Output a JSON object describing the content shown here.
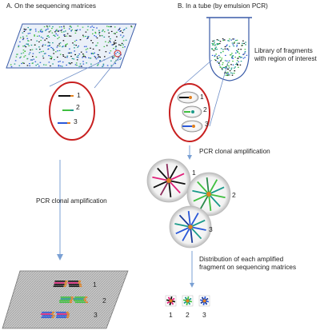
{
  "panels": {
    "a_title": "A. On the sequencing matrices",
    "b_title": "B. In a tube (by emulsion PCR)"
  },
  "labels": {
    "pcr_a": "PCR clonal  amplification",
    "pcr_b": "PCR clonal  amplification",
    "library_line1": "Library of fragments",
    "library_line2": "with region of interest",
    "distribution_line1": "Distribution of each amplified",
    "distribution_line2": "fragment on sequencing matrices"
  },
  "numbers": {
    "n1": "1",
    "n2": "2",
    "n3": "3"
  },
  "colors": {
    "ellipse_outline": "#c82020",
    "arrow": "#7aa0d4",
    "matrix_edge": "#3a5ba8",
    "strand_blue": "#2a58d8",
    "strand_green": "#3fbf3f",
    "strand_pink": "#e0207a",
    "strand_black": "#111111",
    "strand_teal": "#1a9a8a",
    "bead_center": "#e08020"
  }
}
